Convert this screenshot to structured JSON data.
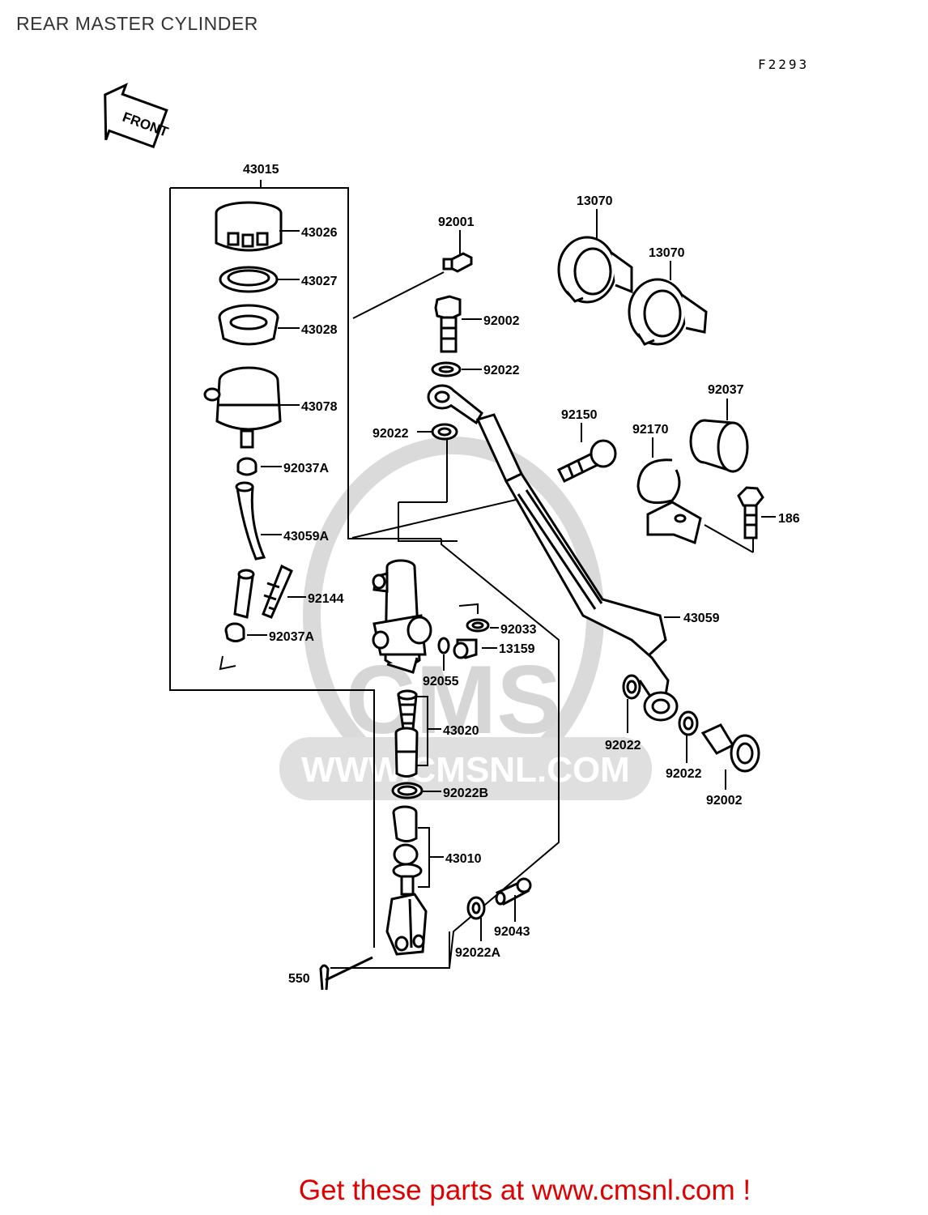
{
  "header": {
    "title": "REAR MASTER CYLINDER",
    "figure_code": "F2293"
  },
  "front_arrow": {
    "label": "FRONT",
    "icon": "front-direction-arrow-icon"
  },
  "watermark": {
    "text": "WWW.CMSNL.COM",
    "logo": "CMS",
    "color": "#cfcfcf"
  },
  "parts": {
    "p43015": "43015",
    "p43026": "43026",
    "p43027": "43027",
    "p43028": "43028",
    "p43078": "43078",
    "p92037A_1": "92037A",
    "p43059A": "43059A",
    "p92144": "92144",
    "p92037A_2": "92037A",
    "p92001": "92001",
    "p92002_1": "92002",
    "p92022_1": "92022",
    "p92022_2": "92022",
    "p13070_1": "13070",
    "p13070_2": "13070",
    "p92037": "92037",
    "p92150": "92150",
    "p92170": "92170",
    "p186": "186",
    "p43059": "43059",
    "p92033": "92033",
    "p13159": "13159",
    "p92055": "92055",
    "p43020": "43020",
    "p92022B": "92022B",
    "p43010": "43010",
    "p92043": "92043",
    "p92022A": "92022A",
    "p550": "550",
    "p92022_3": "92022",
    "p92022_4": "92022",
    "p92002_2": "92002"
  },
  "footer": {
    "text": "Get these parts at www.cmsnl.com !",
    "color": "#e00000"
  }
}
